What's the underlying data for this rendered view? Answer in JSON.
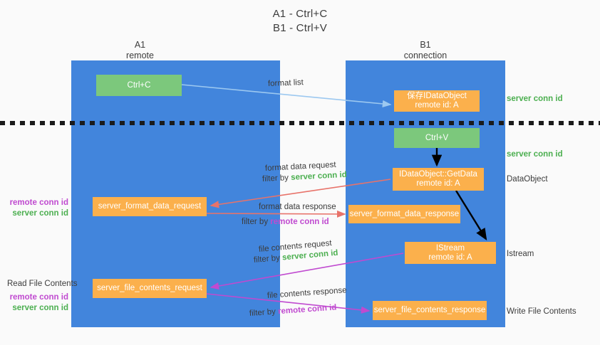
{
  "title": {
    "line1": "A1 - Ctrl+C",
    "line2": "B1 - Ctrl+V"
  },
  "columns": [
    {
      "id": "a1",
      "name": "A1",
      "role": "remote"
    },
    {
      "id": "b1",
      "name": "B1",
      "role": "connection"
    }
  ],
  "nodes": {
    "ctrl_c": {
      "label": "Ctrl+C",
      "color": "#7cc87c"
    },
    "dataobject_save": {
      "line1": "保存IDataObject",
      "line2": "remote id: A",
      "color": "#fbb04c"
    },
    "ctrl_v": {
      "label": "Ctrl+V",
      "color": "#7cc87c"
    },
    "getdata": {
      "line1": "IDataObject::GetData",
      "line2": "remote id: A",
      "color": "#fbb04c"
    },
    "server_format_data_request": {
      "label": "server_format_data_request",
      "color": "#fbb04c"
    },
    "server_format_data_response": {
      "label": "server_format_data_response",
      "color": "#fbb04c"
    },
    "istream": {
      "line1": "IStream",
      "line2": "remote id: A",
      "color": "#fbb04c"
    },
    "server_file_contents_request": {
      "label": "server_file_contents_request",
      "color": "#fbb04c"
    },
    "server_file_contents_response": {
      "label": "server_file_contents_response",
      "color": "#fbb04c"
    }
  },
  "flows": {
    "format_list": "format list",
    "format_data_request": "format data request",
    "format_data_request_filter_prefix": "filter by ",
    "format_data_request_filter_value": "server conn id",
    "format_data_response": "format data response",
    "format_data_response_filter_prefix": "filter by ",
    "format_data_response_filter_value": "remote conn id",
    "file_contents_request": "file contents request",
    "file_contents_request_filter_prefix": "filter by ",
    "file_contents_request_filter_value": "server conn id",
    "file_contents_response": "file contents response",
    "file_contents_response_filter_prefix": "filter by ",
    "file_contents_response_filter_value": "remote conn id"
  },
  "side_labels": {
    "server_conn_id_top": "server conn id",
    "server_conn_id_mid": "server conn id",
    "dataobject": "DataObject",
    "istream": "Istream",
    "write_file_contents": "Write File Contents",
    "read_file_contents": "Read File Contents",
    "remote_conn_id_a": "remote conn id",
    "server_conn_id_a": "server conn id",
    "remote_conn_id_b": "remote conn id",
    "server_conn_id_b": "server conn id"
  },
  "colors": {
    "column_blue": "#4285dc",
    "node_green": "#7cc87c",
    "node_orange": "#fbb04c",
    "arrow_light_blue": "#9cc8f0",
    "arrow_red": "#e8736a",
    "arrow_purple": "#c04ad0",
    "arrow_black": "#000000",
    "text_green": "#4caf50",
    "text_purple": "#c04ad0",
    "background": "#fafafa"
  }
}
